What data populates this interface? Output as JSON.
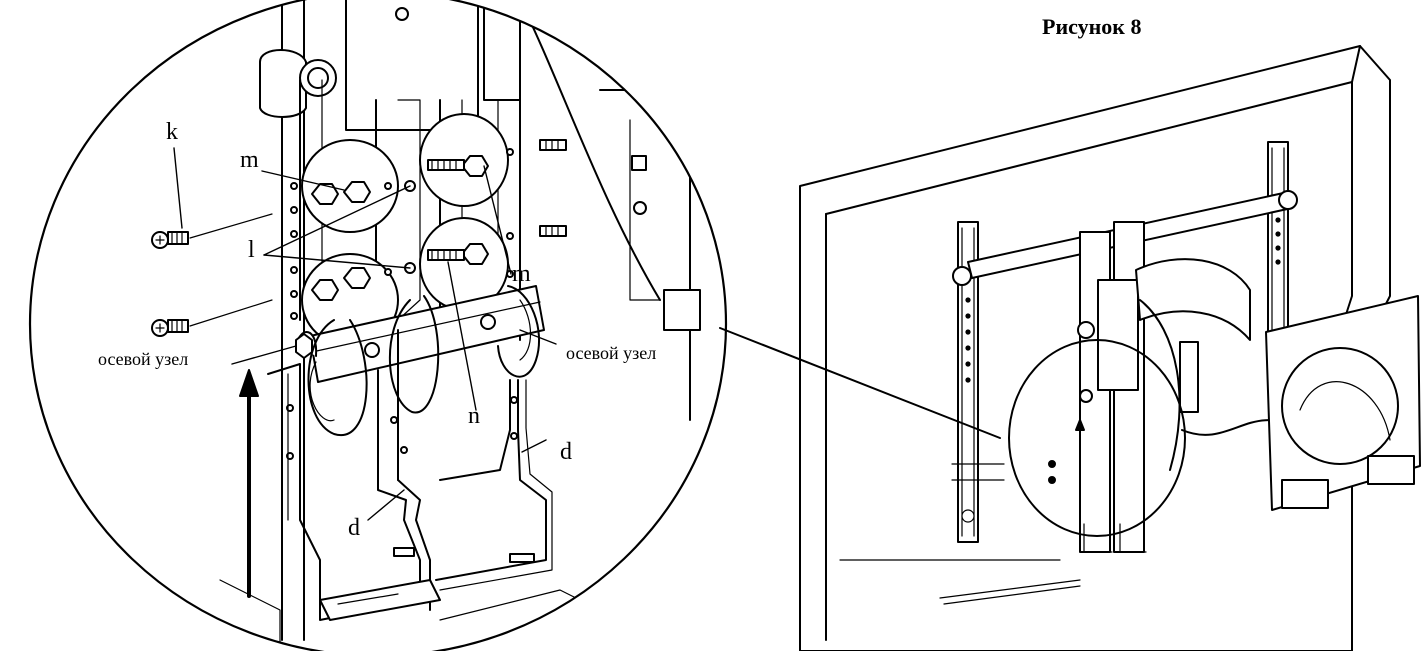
{
  "figure": {
    "title": "Рисунок 8"
  },
  "labels": {
    "k": "k",
    "m_left": "m",
    "m_right": "m",
    "l": "l",
    "n": "n",
    "d_left": "d",
    "d_right": "d",
    "pivot_left": "осевой узел",
    "pivot_right": "осевой узел"
  }
}
